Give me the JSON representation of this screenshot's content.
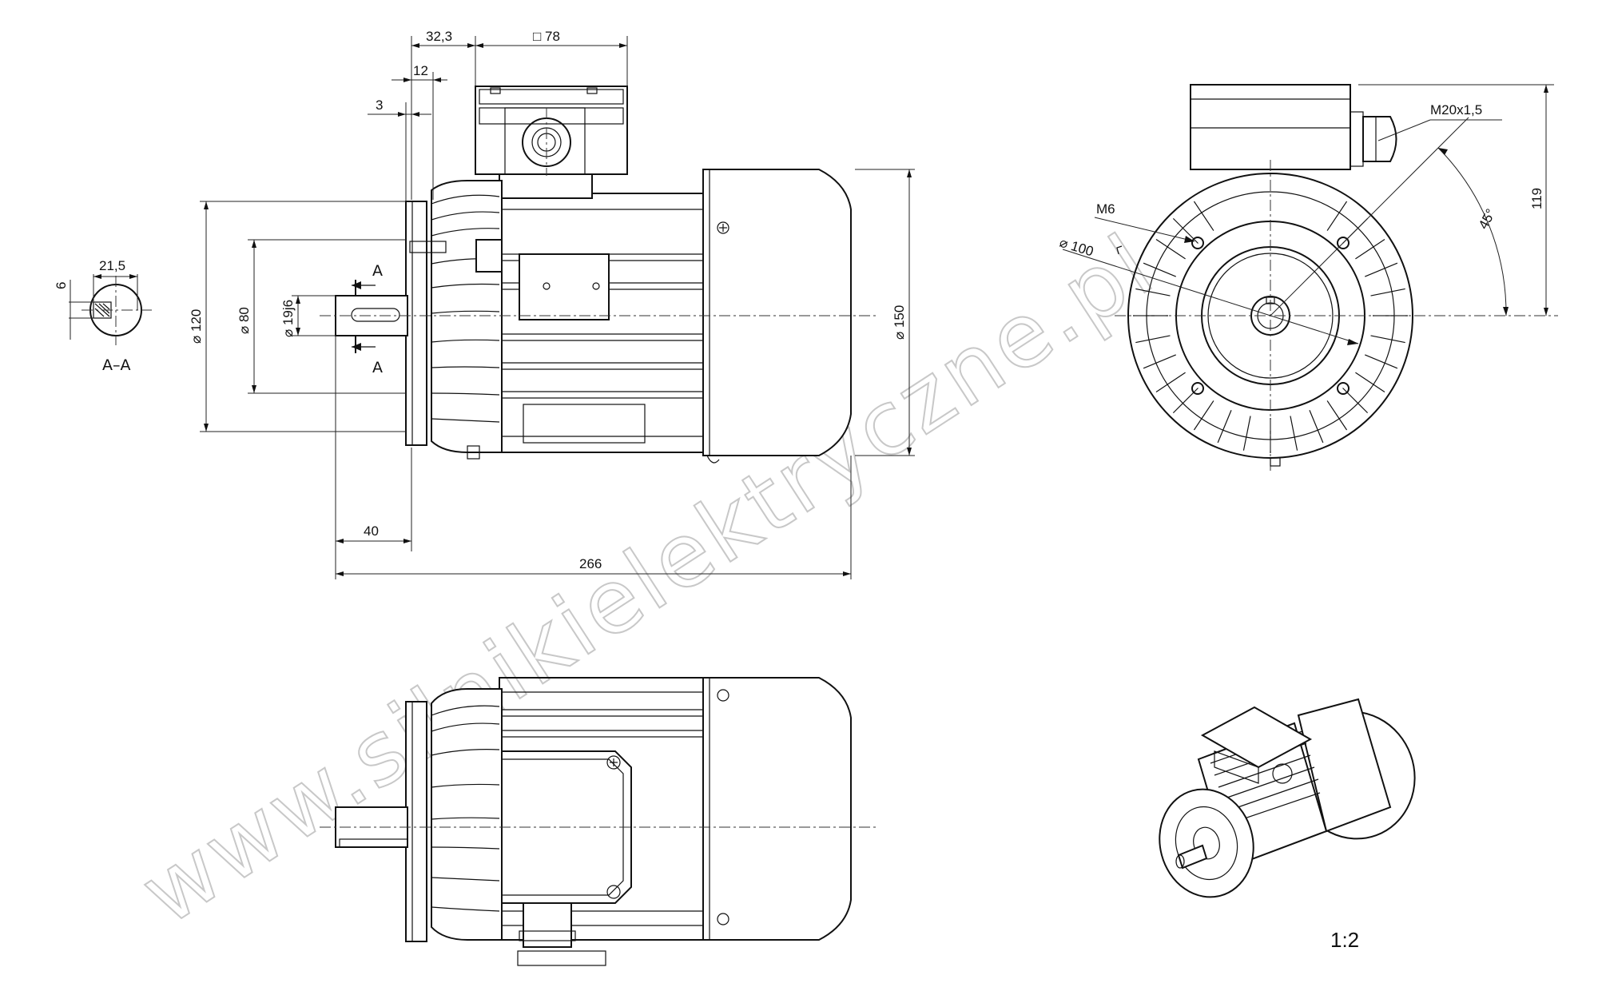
{
  "watermark": "www.silnikielektryczne.pl",
  "scale": "1:2",
  "section_label": "A–A",
  "section_marker": "A",
  "dims": {
    "d_32_3": "32,3",
    "sq_78": "□ 78",
    "d_12": "12",
    "d_3": "3",
    "d_6": "6",
    "d_21_5": "21,5",
    "dia_120": "⌀ 120",
    "dia_80": "⌀ 80",
    "dia_19j6": "⌀ 19j6",
    "dia_150": "⌀ 150",
    "d_40": "40",
    "d_266": "266",
    "m20": "M20x1,5",
    "m6": "M6",
    "dia_100": "⌀ 100",
    "d_119": "119",
    "angle_45": "45°"
  }
}
